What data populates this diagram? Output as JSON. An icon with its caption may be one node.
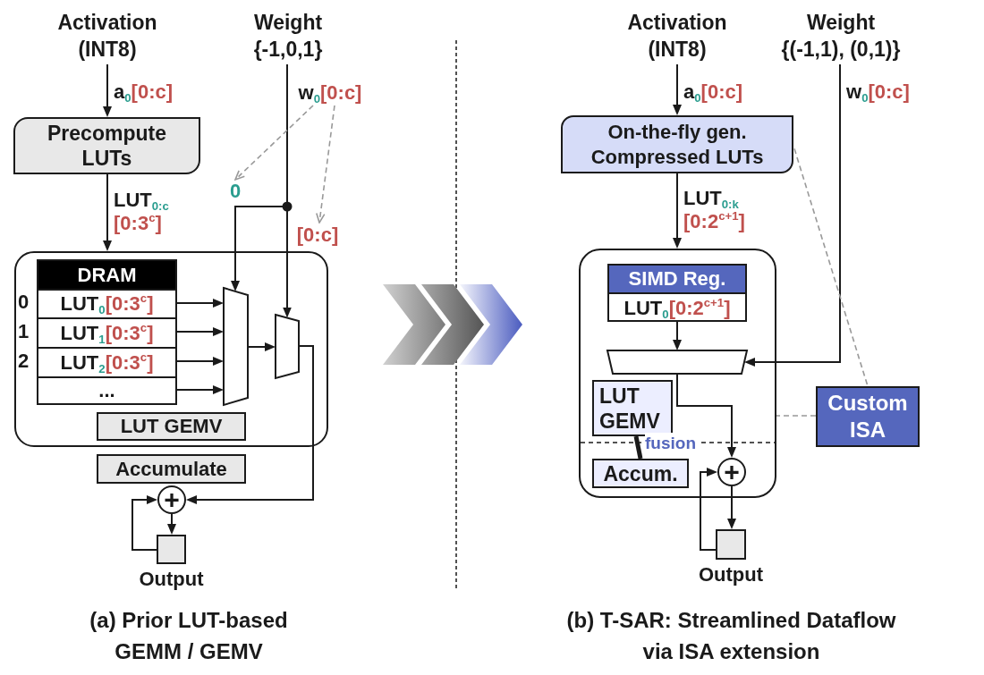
{
  "diagram": {
    "nodes": [
      {
        "text": [
          "Activation (INT8)"
        ]
      },
      {
        "text": [
          "Weight {-1,0,1}"
        ]
      },
      {
        "text": [
          "w$_{0}$[0:c]"
        ]
      },
      {
        "text": [
          "Precompute LUTs"
        ]
      },
      {
        "text": [
          "0"
        ]
      },
      {
        "text": [
          "[0:c]"
        ]
      },
      {
        "text": [],
        "shape": "box"
      },
      {
        "text": [
          "DRAM"
        ],
        "in": 6
      },
      {
        "text": [
          "LUT$_{0}$[0:3$^{c}$]"
        ],
        "in": 7,
        "beside": [
          "0"
        ]
      },
      {
        "text": [
          "LUT$_{1}$[0:3$^{c}$]"
        ],
        "in": 7,
        "beside": [
          "1"
        ]
      },
      {
        "text": [
          "LUT$_{2}$[0:3$^{c}$]"
        ],
        "in": 7,
        "beside": [
          "2"
        ]
      },
      {
        "text": [
          "..."
        ],
        "in": 7
      },
      {
        "text": [],
        "shape": "trapezoid",
        "in": 6
      },
      {
        "text": [],
        "shape": "trapezoid",
        "in": 6
      },
      {
        "text": [
          "LUT GEMV"
        ],
        "in": 6
      },
      {
        "text": [
          "Accumulate"
        ]
      },
      {
        "text": [
          "+"
        ]
      },
      {
        "text": [
          "Output"
        ]
      },
      {
        "text": [
          "Activation (INT8)"
        ]
      },
      {
        "text": [
          "Weight {(-1,1), (0,1)}"
        ]
      },
      {
        "text": [
          "On-the-fly gen. Compressed LUTs"
        ]
      },
      {
        "text": [],
        "shape": "box"
      },
      {
        "text": [
          "SIMD Reg.",
          "LUT$_{0}$[0:2$^{c+1}$]"
        ],
        "in": 21
      },
      {
        "text": [],
        "shape": "trapezoid",
        "in": 21
      },
      {
        "text": [
          "LUT GEMV"
        ],
        "in": 21
      },
      {
        "text": [
          "Accum."
        ],
        "in": 21
      },
      {
        "text": [
          "+"
        ],
        "in": 21
      },
      {
        "text": [
          "Custom ISA"
        ]
      },
      {
        "text": [
          "Output"
        ]
      }
    ],
    "edges": [
      {
        "from": 0,
        "to": 3,
        "arrow": "to",
        "label": "a$_{0}$[0:c]"
      },
      {
        "from": 3,
        "to": 6,
        "arrow": "to",
        "label": "LUT$_{0:c}$ [0:3$^{c}$]"
      },
      {
        "from": 1,
        "to": 12,
        "arrow": "to"
      },
      {
        "from": 1,
        "to": 13,
        "arrow": "to"
      },
      {
        "from": 2,
        "to": 4,
        "arrow": "to",
        "style": "dashed",
        "color": "#999999"
      },
      {
        "from": 2,
        "to": 5,
        "arrow": "to",
        "style": "dashed",
        "color": "#999999"
      },
      {
        "from": 8,
        "to": 12,
        "arrow": "to"
      },
      {
        "from": 9,
        "to": 12,
        "arrow": "to"
      },
      {
        "from": 10,
        "to": 12,
        "arrow": "to"
      },
      {
        "from": 11,
        "to": 12,
        "arrow": "to"
      },
      {
        "from": 12,
        "to": 13,
        "arrow": "to"
      },
      {
        "from": 13,
        "to": 16,
        "arrow": "to"
      },
      {
        "from": 16,
        "to": 17,
        "arrow": "to"
      },
      {
        "from": 17,
        "to": 16,
        "arrow": "to"
      },
      {
        "from": 18,
        "to": 20,
        "arrow": "to",
        "label": "a$_{0}$[0:c]"
      },
      {
        "from": 20,
        "to": 21,
        "arrow": "to",
        "label": "LUT$_{0:k}$ [0:2$^{c+1}$]"
      },
      {
        "from": 19,
        "to": 23,
        "arrow": "to",
        "label": "w$_{0}$[0:c]"
      },
      {
        "from": 22,
        "to": 23,
        "arrow": "to"
      },
      {
        "from": 23,
        "to": 26,
        "arrow": "to"
      },
      {
        "from": 26,
        "to": 28,
        "arrow": "to"
      },
      {
        "from": 28,
        "to": 26,
        "arrow": "to"
      },
      {
        "from": 24,
        "to": 25,
        "arrow": "none",
        "style": "thick",
        "label": "fusion"
      },
      {
        "from": 27,
        "to": 20,
        "arrow": "none",
        "style": "dashed",
        "color": "#999999"
      },
      {
        "from": 27,
        "to": 21,
        "arrow": "none",
        "style": "dashed",
        "color": "#999999"
      }
    ],
    "labels": [
      "(a) Prior LUT-based GEMM / GEMV",
      "(b) T-SAR: Streamlined Dataflow via ISA extension"
    ]
  }
}
